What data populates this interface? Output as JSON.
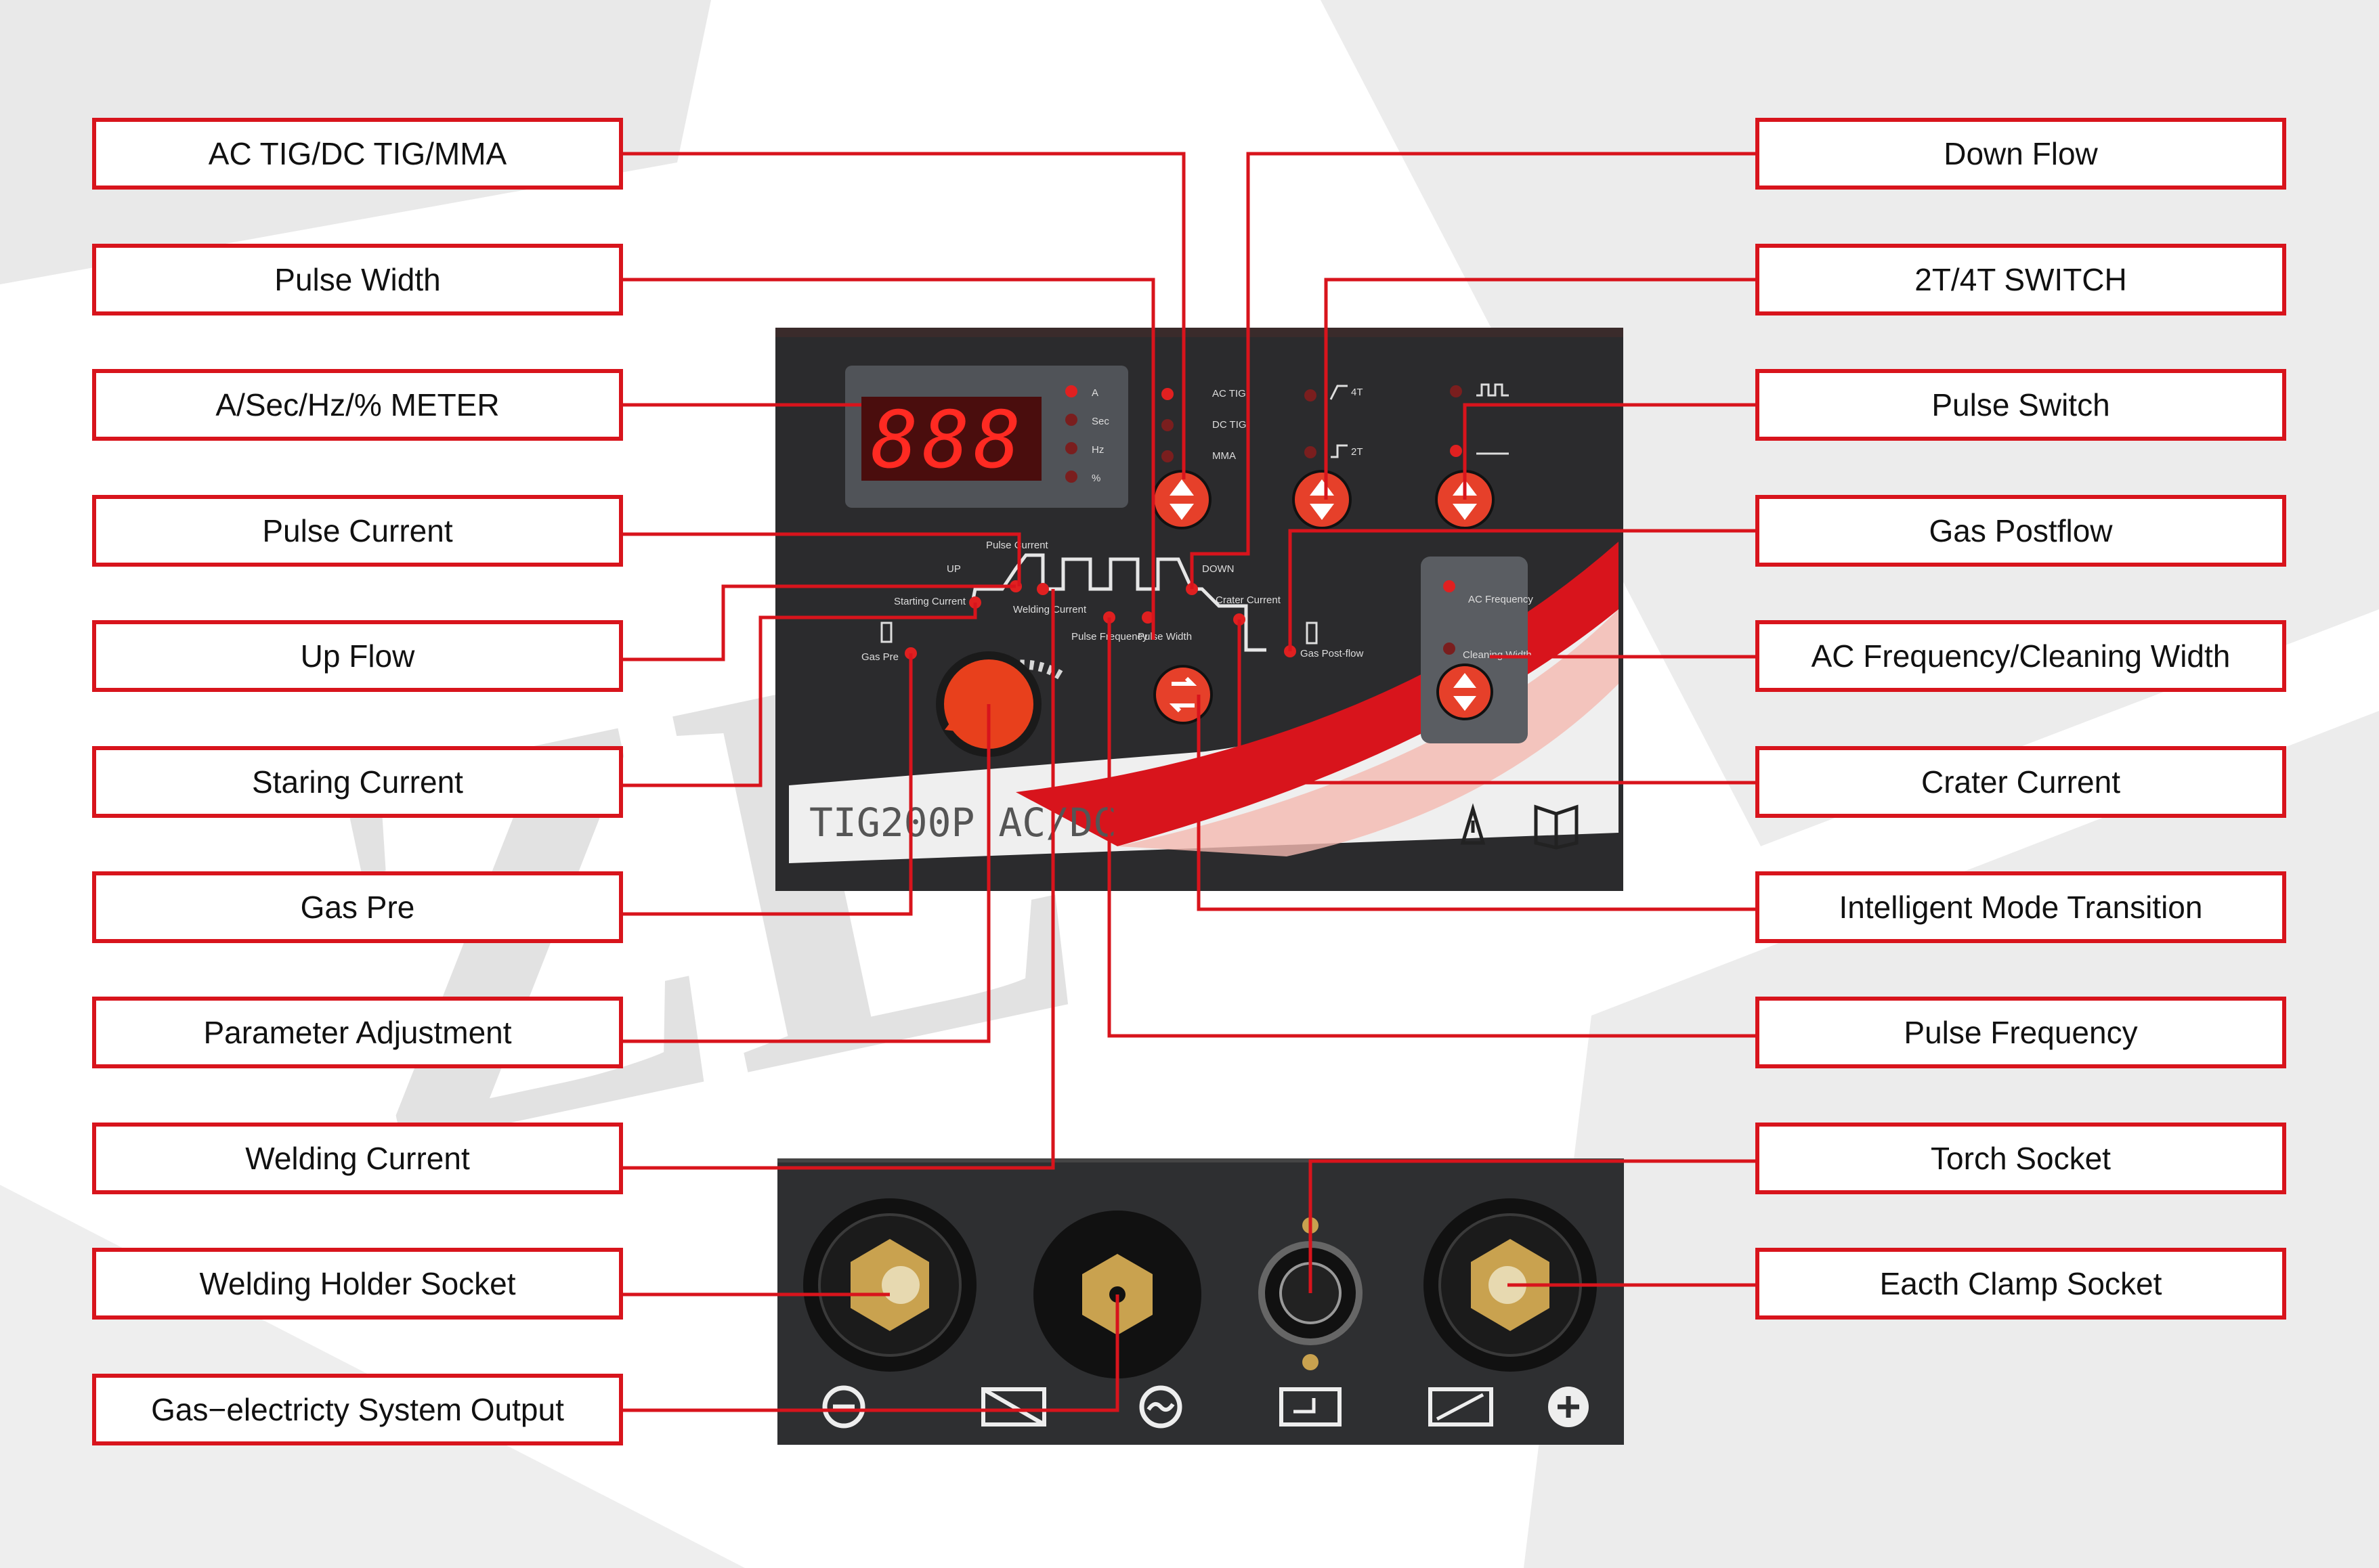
{
  "left_labels": [
    "AC TIG/DC TIG/MMA",
    "Pulse Width",
    "A/Sec/Hz/% METER",
    "Pulse Current",
    "Up Flow",
    "Staring Current",
    "Gas Pre",
    "Parameter Adjustment",
    "Welding Current",
    "Welding Holder Socket",
    "Gas−electricty System Output"
  ],
  "right_labels": [
    "Down Flow",
    "2T/4T SWITCH",
    "Pulse Switch",
    "Gas Postflow",
    "AC Frequency/Cleaning Width",
    "Crater Current",
    "Intelligent Mode Transition",
    "Pulse Frequency",
    "Torch Socket",
    "Eacth Clamp Socket"
  ],
  "panel": {
    "display": "888",
    "meter_units": [
      "A",
      "Sec",
      "Hz",
      "%"
    ],
    "modes": [
      "AC TIG",
      "DC TIG",
      "MMA"
    ],
    "trigger": [
      "4T",
      "2T"
    ],
    "model": "TIG200P  AC/DC",
    "curve_labels": {
      "pulse_current": "Pulse Current",
      "up": "UP",
      "down": "DOWN",
      "starting_current": "Starting Current",
      "welding_current": "Welding Current",
      "crater_current": "Crater Current",
      "gas_pre": "Gas Pre",
      "gas_post": "Gas Post-flow",
      "pulse_frequency": "Pulse Frequency",
      "pulse_width": "Pulse Width",
      "ac_frequency": "AC Frequency",
      "cleaning_width": "Cleaning Width"
    }
  },
  "watermark": "ZL",
  "colors": {
    "accent": "#d8141c",
    "panel": "#2b2b2d",
    "knob": "#e8401c"
  }
}
